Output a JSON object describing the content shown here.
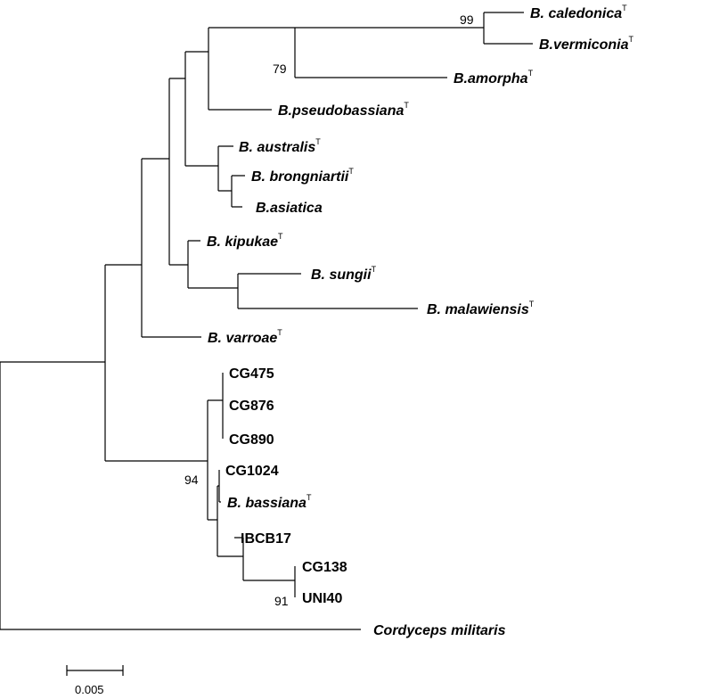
{
  "taxa": [
    {
      "id": "caledonica",
      "label": "B. caledonica",
      "sup": "T",
      "italic": true
    },
    {
      "id": "vermiconia",
      "label": "B.vermiconia",
      "sup": "T",
      "italic": true
    },
    {
      "id": "amorpha",
      "label": "B.amorpha",
      "sup": "T",
      "italic": true
    },
    {
      "id": "pseudobassiana",
      "label": "B.pseudobassiana",
      "sup": "T",
      "italic": true
    },
    {
      "id": "australis",
      "label": "B. australis",
      "sup": "T",
      "italic": true
    },
    {
      "id": "brongniartii",
      "label": "B. brongniartii",
      "sup": "T",
      "italic": true
    },
    {
      "id": "asiatica",
      "label": "B.asiatica",
      "sup": "",
      "italic": true
    },
    {
      "id": "kipukae",
      "label": "B. kipukae",
      "sup": "T",
      "italic": true
    },
    {
      "id": "sungii",
      "label": "B. sungii",
      "sup": "T",
      "italic": true
    },
    {
      "id": "malawiensis",
      "label": "B. malawiensis",
      "sup": "T",
      "italic": true
    },
    {
      "id": "varroae",
      "label": "B. varroae",
      "sup": "T",
      "italic": true
    },
    {
      "id": "cg475",
      "label": "CG475",
      "sup": "",
      "italic": false
    },
    {
      "id": "cg876",
      "label": "CG876",
      "sup": "",
      "italic": false
    },
    {
      "id": "cg890",
      "label": "CG890",
      "sup": "",
      "italic": false
    },
    {
      "id": "cg1024",
      "label": "CG1024",
      "sup": "",
      "italic": false
    },
    {
      "id": "bassiana",
      "label": "B. bassiana",
      "sup": "T",
      "italic": true
    },
    {
      "id": "ibcb17",
      "label": "IBCB17",
      "sup": "",
      "italic": false
    },
    {
      "id": "cg138",
      "label": "CG138",
      "sup": "",
      "italic": false
    },
    {
      "id": "uni40",
      "label": "UNI40",
      "sup": "",
      "italic": false
    },
    {
      "id": "cordyceps",
      "label": "Cordyceps militaris",
      "sup": "",
      "italic": true
    }
  ],
  "bootstrap": [
    {
      "id": "b99",
      "value": "99"
    },
    {
      "id": "b79",
      "value": "79"
    },
    {
      "id": "b94",
      "value": "94"
    },
    {
      "id": "b91",
      "value": "91"
    }
  ],
  "scale_bar": {
    "label": "0.005",
    "value": 0.005
  }
}
